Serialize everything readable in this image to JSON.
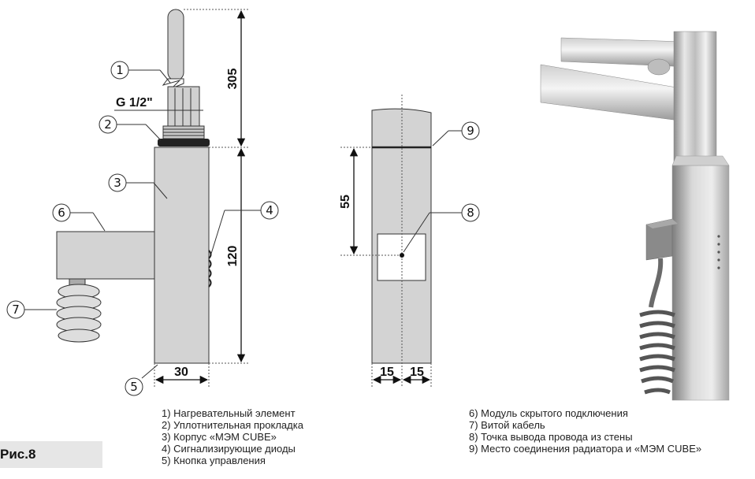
{
  "callouts": [
    "1",
    "2",
    "3",
    "4",
    "5",
    "6",
    "7",
    "8",
    "9"
  ],
  "thread_label": "G 1/2\"",
  "dimensions": {
    "height_top": "305",
    "height_body": "120",
    "width_body": "30",
    "offset_55": "55",
    "half_left": "15",
    "half_right": "15"
  },
  "legend_left": [
    "1) Нагревательный элемент",
    "2) Уплотнительная прокладка",
    "3) Корпус «МЭМ CUBE»",
    "4) Сигнализирующие диоды",
    "5) Кнопка управления"
  ],
  "legend_right": [
    "6) Модуль скрытого подключения",
    "7) Витой кабель",
    "8) Точка вывода провода из стены",
    "9) Место соединения радиатора и «МЭМ CUBE»"
  ],
  "figure_label": "Рис.8"
}
